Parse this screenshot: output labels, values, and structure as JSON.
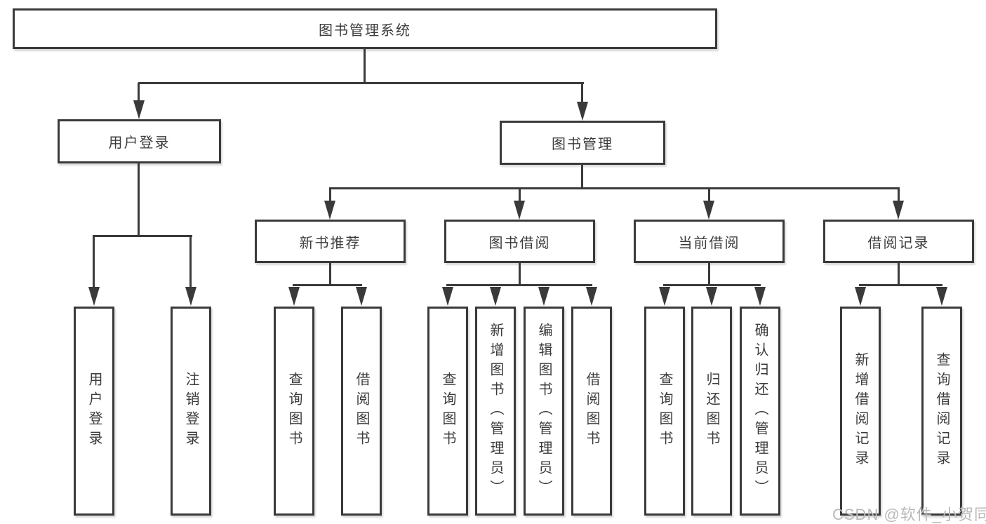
{
  "diagram": {
    "title": "图书管理系统",
    "level1": {
      "user_login": "用户登录",
      "book_management": "图书管理"
    },
    "level2": {
      "new_books": "新书推荐",
      "book_borrow": "图书借阅",
      "current_borrow": "当前借阅",
      "borrow_records": "借阅记录"
    },
    "leaves": {
      "user_login": "用户登录",
      "logout": "注销登录",
      "new_books_query": "查询图书",
      "new_books_borrow": "借阅图书",
      "borrow_query": "查询图书",
      "borrow_add": "新增图书（管理员）",
      "borrow_edit": "编辑图书（管理员）",
      "borrow_borrow": "借阅图书",
      "current_query": "查询图书",
      "current_return": "归还图书",
      "current_confirm": "确认归还（管理员）",
      "records_add": "新增借阅记录",
      "records_query": "查询借阅记录"
    },
    "watermark": "CSDN @软件_小贺同学"
  }
}
